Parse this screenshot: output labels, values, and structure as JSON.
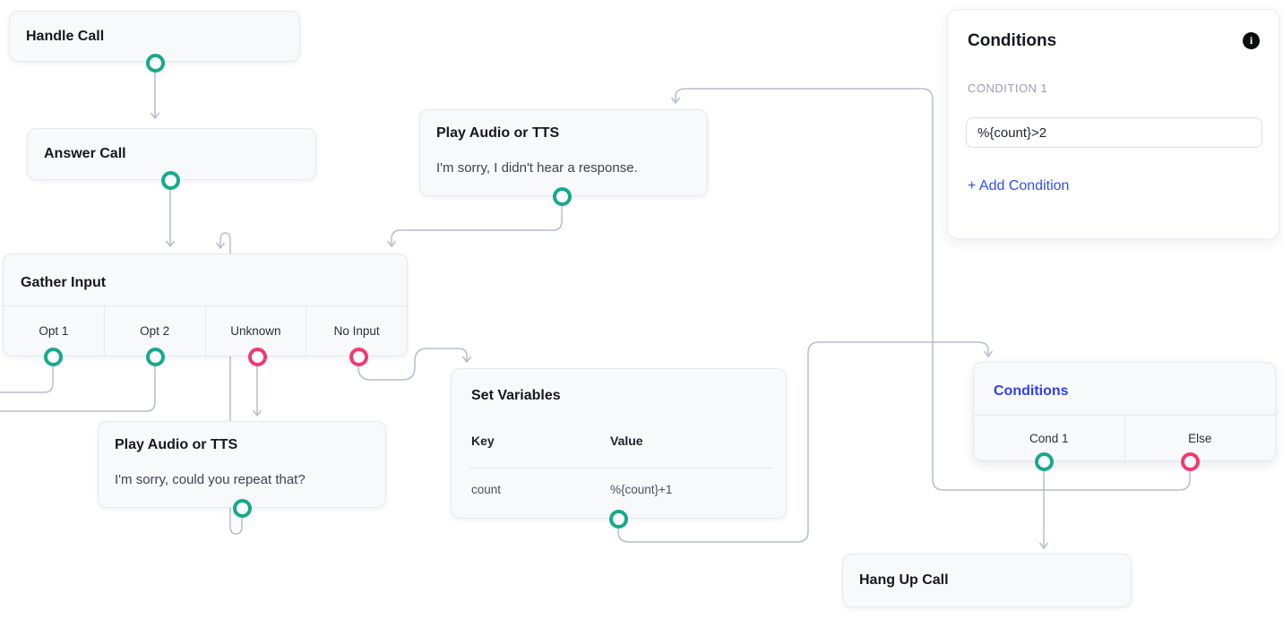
{
  "colors": {
    "teal_port": "#17a98b",
    "pink_port": "#f5386e",
    "edge": "#b7bdc9",
    "selected_node_title": "#3140f0",
    "link_blue": "#2d50f0"
  },
  "nodes": {
    "handle_call": {
      "title": "Handle Call"
    },
    "answer_call": {
      "title": "Answer Call"
    },
    "play_audio_top": {
      "title": "Play Audio or TTS",
      "body": "I'm sorry, I didn't hear a response."
    },
    "gather_input": {
      "title": "Gather Input",
      "options": [
        "Opt 1",
        "Opt 2",
        "Unknown",
        "No Input"
      ]
    },
    "play_audio_bottom": {
      "title": "Play Audio or TTS",
      "body": "I'm sorry, could you repeat that?"
    },
    "set_variables": {
      "title": "Set Variables",
      "columns": [
        "Key",
        "Value"
      ],
      "rows": [
        {
          "key": "count",
          "value": "%{count}+1"
        }
      ]
    },
    "conditions": {
      "title": "Conditions",
      "branches": [
        "Cond 1",
        "Else"
      ]
    },
    "hang_up_call": {
      "title": "Hang Up Call"
    }
  },
  "panel": {
    "title": "Conditions",
    "info_icon": "i",
    "section_label": "CONDITION 1",
    "condition_value": "%{count}>2",
    "add_condition_label": "+ Add Condition"
  }
}
